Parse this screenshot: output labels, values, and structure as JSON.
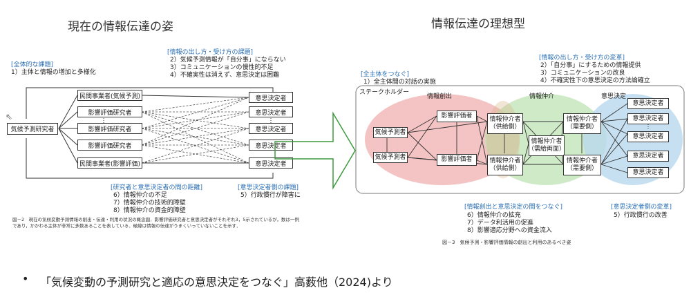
{
  "left": {
    "title": "現在の情報伝達の姿",
    "cat_overall": "[全体的な課題]",
    "cat_overall_item": "1）主体と情報の増加と多様化",
    "cat_output": "[情報の出し方・受け方の課題]",
    "cat_output_items": [
      "2）気候予測情報が「自分事」にならない",
      "3）コミュニケーションの慢性的不足",
      "4）不確実性は消えず、意思決定は困難"
    ],
    "nodes": {
      "forecaster": "気候予測研究者",
      "private_top": "民間事業者(気候予測)",
      "impact1": "影響評価研究者",
      "impact2": "影響評価研究者",
      "impact3": "影響評価研究者",
      "private_bottom": "民間事業者(影響評価)",
      "dm": "意思決定者"
    },
    "cat_between": "[研究者と意思決定者の間の距離]",
    "cat_between_items": [
      "6）情報仲介の不足",
      "7）情報仲介の技術的障壁",
      "8）情報仲介の資金的障壁"
    ],
    "cat_dm": "[意思決定者側の課題]",
    "cat_dm_item": "5）行政慣行が障害に",
    "caption": "図－2　現在の気候変動予測情報の創出・伝達・利用の状況の概念図．影響評価研究者と意思決定者がそれぞれ3，5示されているが，数は一例であり，かかわる主体が非常に多数あることを表している．破線は情報の伝達がうまくいっていないことを示す．"
  },
  "right": {
    "title": "情報伝達の理想型",
    "cat_output": "[情報の出し方・受け方の変革]",
    "cat_output_items": [
      "2）「自分事」にするための情報提供",
      "3）コミュニケーションの改良",
      "4）不確実性下の意思決定の方法論確立"
    ],
    "cat_whole": "[全主体をつなぐ]",
    "cat_whole_item": "1）全主体間の対話の実施",
    "stakeholder": "ステークホルダー",
    "sec_create": "情報創出",
    "sec_mediate": "情報仲介",
    "sec_decide": "意思決定",
    "nodes": {
      "forecaster1": "気候予測者",
      "forecaster2": "気候予測者",
      "impact1": "影響評価者",
      "impact2": "影響評価者",
      "med_supply1": "情報仲介者\n（供給側）",
      "med_supply2": "情報仲介者\n（供給側）",
      "med_both": "情報仲介者\n（需給両面）",
      "med_demand1": "情報仲介者\n（需要側）",
      "med_demand2": "情報仲介者\n（需要側）",
      "dm": "意思決定者"
    },
    "cat_connect": "[情報創出と意思決定の間をつなぐ]",
    "cat_connect_items": [
      "6）情報仲介の拡充",
      "7）データ利活用の促進",
      "8）影響適応分野への資金流入"
    ],
    "cat_dm": "[意思決定者側の変革]",
    "cat_dm_item": "5）行政慣行の改善",
    "caption": "図－3　気候予測・影響評価情報の創出と利用のあるべき姿"
  },
  "footer": {
    "bullet": "「気候変動の予測研究と適応の意思決定をつなぐ」高薮他（2024)より"
  },
  "colors": {
    "create": "#f2b8b8",
    "mediate": "#bfe3b4",
    "decide": "#b8d8ee",
    "arrow": "#3c9a3c",
    "heading_blue": "#2a6fb5"
  }
}
